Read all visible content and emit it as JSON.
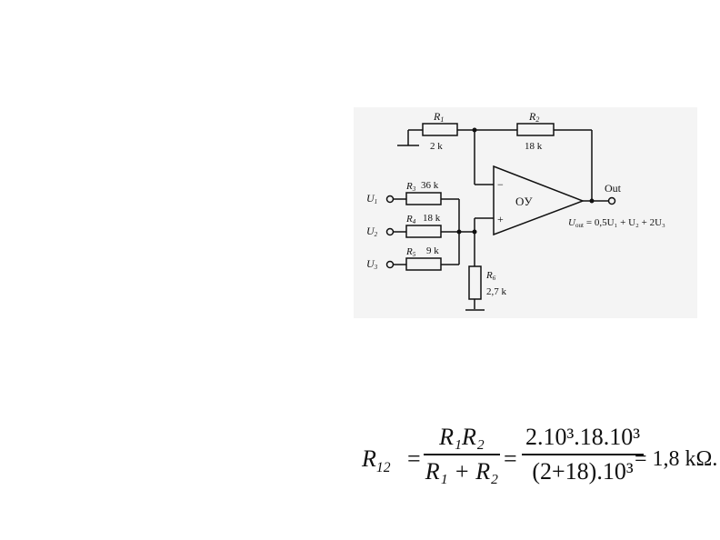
{
  "circuit": {
    "r1": {
      "sym": "R",
      "idx": "1",
      "value": "2 k"
    },
    "r2": {
      "sym": "R",
      "idx": "2",
      "value": "18 k"
    },
    "r3": {
      "sym": "R",
      "idx": "3",
      "value": "36 k"
    },
    "r4": {
      "sym": "R",
      "idx": "4",
      "value": "18 k"
    },
    "r5": {
      "sym": "R",
      "idx": "5",
      "value": "9 k"
    },
    "r6": {
      "sym": "R",
      "idx": "6",
      "value": "2,7 k"
    },
    "opamp_label": "OУ",
    "minus": "−",
    "plus": "+",
    "out_label": "Out",
    "inputs": [
      {
        "sym": "U",
        "idx": "1"
      },
      {
        "sym": "U",
        "idx": "2"
      },
      {
        "sym": "U",
        "idx": "3"
      }
    ],
    "equation": {
      "lhs": "U",
      "lhs_sub": "out",
      "rhs": "= 0,5U₁ + U₂ + 2U₃"
    }
  },
  "formula": {
    "lhs": "R",
    "lhs_sub": "12",
    "eq1": "=",
    "frac1_num": "R₁R₂",
    "frac1_den": "R₁ + R₂",
    "eq2": "=",
    "frac2_num": "2.10³.18.10³",
    "frac2_den": "(2+18).10³",
    "result": "= 1,8 kΩ."
  }
}
